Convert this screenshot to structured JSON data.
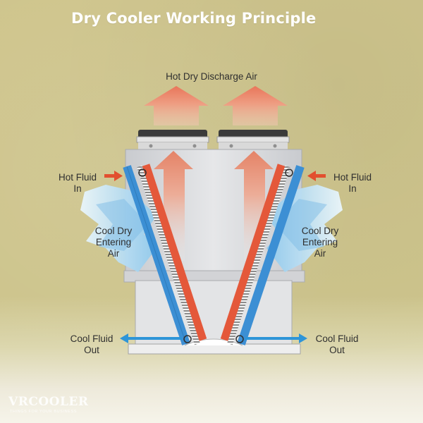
{
  "title": "Dry Cooler Working Principle",
  "labels": {
    "hot_discharge_air": "Hot Dry Discharge Air",
    "hot_fluid_in_left": [
      "Hot Fluid",
      "In"
    ],
    "hot_fluid_in_right": [
      "Hot Fluid",
      "In"
    ],
    "cool_air_left": [
      "Cool Dry",
      "Entering",
      "Air"
    ],
    "cool_air_right": [
      "Cool Dry",
      "Entering",
      "Air"
    ],
    "cool_fluid_out_left": [
      "Cool Fluid",
      "Out"
    ],
    "cool_fluid_out_right": [
      "Cool Fluid",
      "Out"
    ]
  },
  "watermark": {
    "brand": "VRCOOLER",
    "tagline": "THINGS FOR YOUR BUSINESS"
  },
  "colors": {
    "background": "#cfc58d",
    "title": "#ffffff",
    "hot_tube": "#e4583a",
    "cool_tube": "#3a8fd6",
    "hot_air": "#ec8d72",
    "cool_air": "#a9d7f3",
    "fluid_in_arrow": "#e24f2f",
    "fluid_out_arrow": "#2e95d8",
    "housing": "#dcdde0"
  },
  "icons": [
    "hot-air-arrow-icon",
    "cool-air-arrow-icon",
    "fluid-arrow-icon",
    "fan-icon"
  ]
}
